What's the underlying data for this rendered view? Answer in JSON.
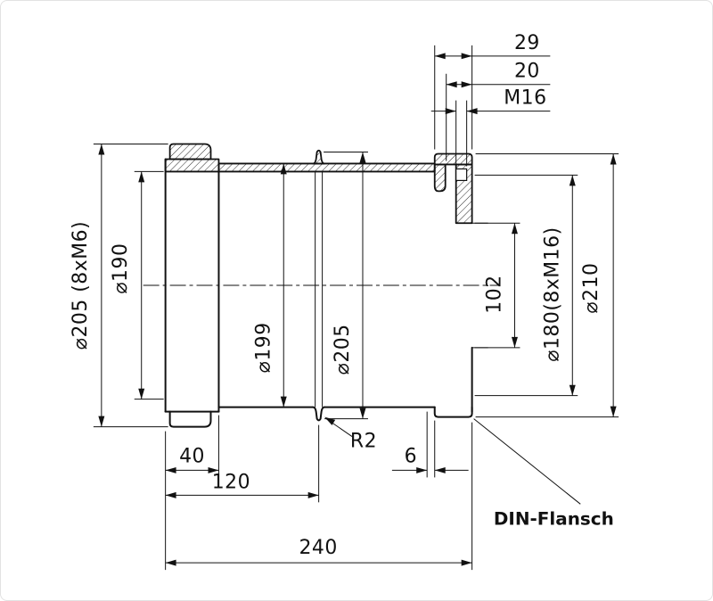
{
  "colors": {
    "line": "#111111",
    "background": "#ffffff"
  },
  "dimensions": {
    "top": {
      "d29": "29",
      "d20": "20",
      "m16": "M16"
    },
    "left": {
      "dia205_bolt": "⌀205 (8xM6)",
      "dia190": "⌀190"
    },
    "middle": {
      "dia199": "⌀199",
      "dia205": "⌀205"
    },
    "right": {
      "d102": "102",
      "dia180_bolt": "⌀180(8xM16)",
      "dia210": "⌀210"
    },
    "bottom": {
      "d40": "40",
      "d120": "120",
      "d240": "240",
      "d6": "6"
    },
    "radius": {
      "r2": "R2"
    }
  },
  "annotations": {
    "flange_label": "DIN-Flansch"
  }
}
